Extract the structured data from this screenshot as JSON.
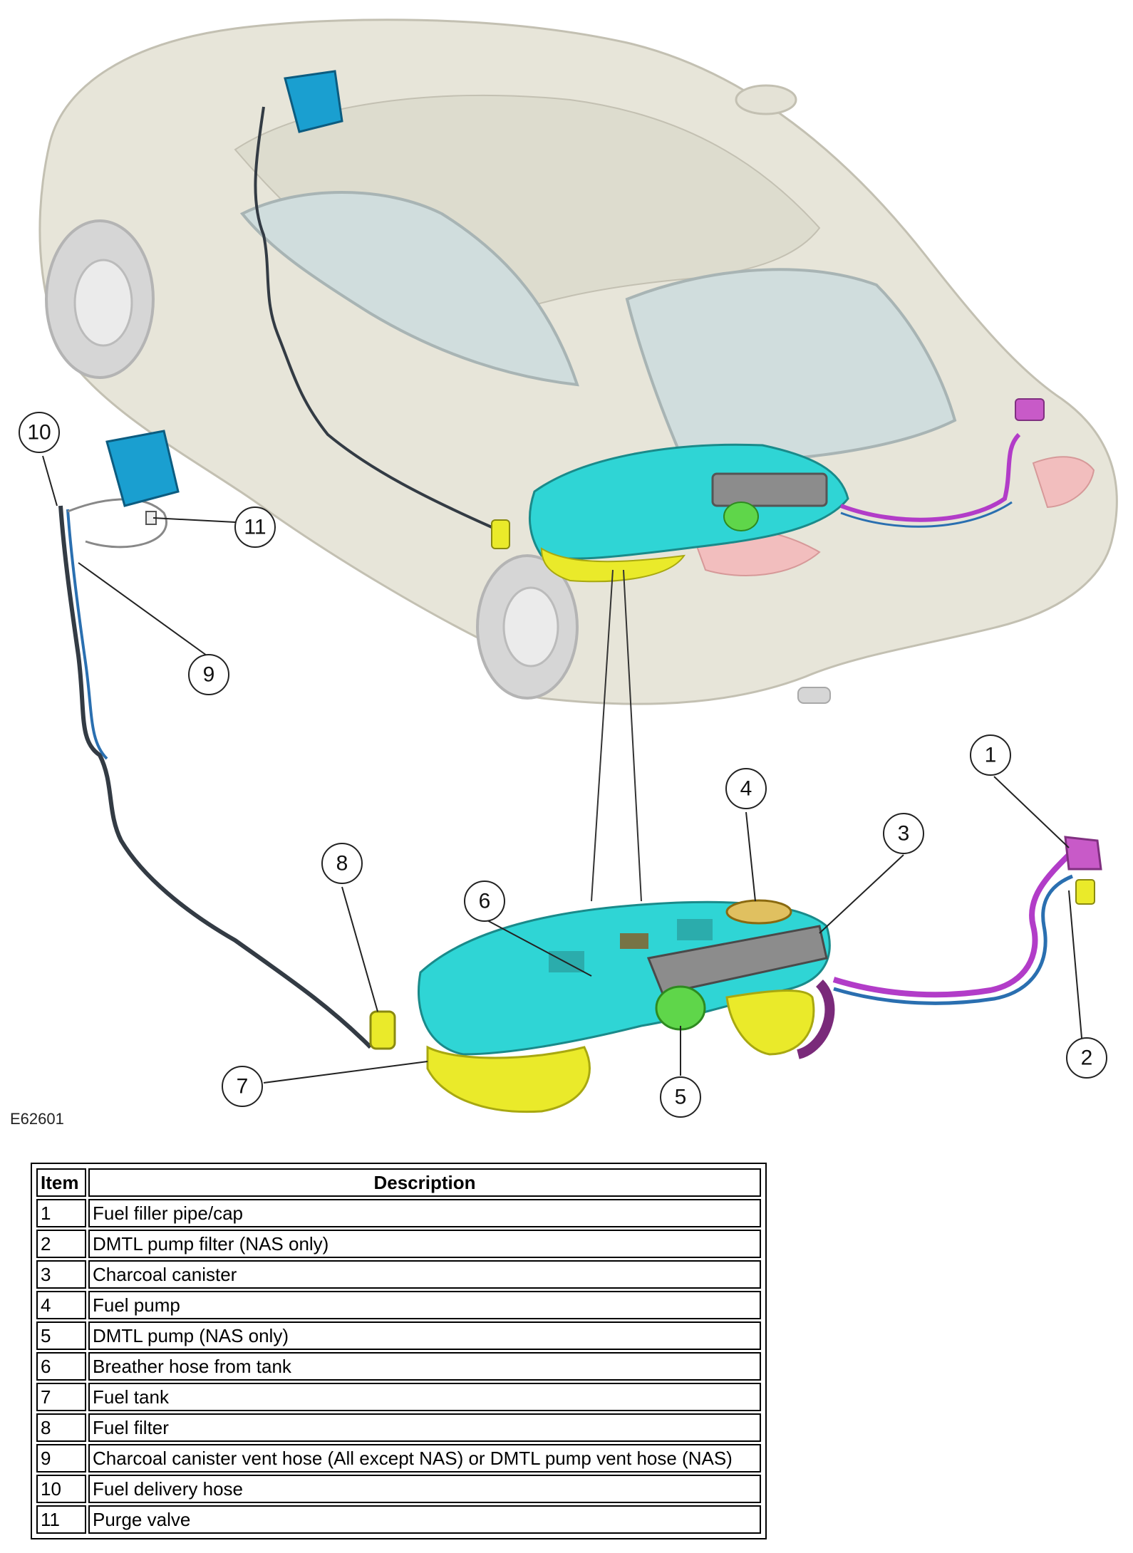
{
  "figure": {
    "reference_code": "E62601",
    "callouts": [
      "1",
      "2",
      "3",
      "4",
      "5",
      "6",
      "7",
      "8",
      "9",
      "10",
      "11"
    ]
  },
  "legend": {
    "headers": {
      "item": "Item",
      "description": "Description"
    },
    "rows": [
      {
        "item": "1",
        "description": "Fuel filler pipe/cap"
      },
      {
        "item": "2",
        "description": "DMTL pump filter (NAS only)"
      },
      {
        "item": "3",
        "description": "Charcoal canister"
      },
      {
        "item": "4",
        "description": "Fuel pump"
      },
      {
        "item": "5",
        "description": "DMTL pump (NAS only)"
      },
      {
        "item": "6",
        "description": "Breather hose from tank"
      },
      {
        "item": "7",
        "description": "Fuel tank"
      },
      {
        "item": "8",
        "description": "Fuel filter"
      },
      {
        "item": "9",
        "description": "Charcoal canister vent hose (All except NAS) or DMTL pump vent hose (NAS)"
      },
      {
        "item": "10",
        "description": "Fuel delivery hose"
      },
      {
        "item": "11",
        "description": "Purge valve"
      }
    ]
  },
  "colors": {
    "car_body": "#e3e1d3",
    "car_outline": "#b9b6a5",
    "glass": "#c8d8d8",
    "tank_top": "#2fd5d5",
    "tank_bottom": "#eaea2a",
    "canister": "#8c8c8c",
    "hose_blue": "#2a6fb0",
    "hose_magenta": "#b23cc8",
    "hose_dark": "#333b44",
    "pump_green": "#5fd64a",
    "purge_blue": "#1a9fd0"
  }
}
